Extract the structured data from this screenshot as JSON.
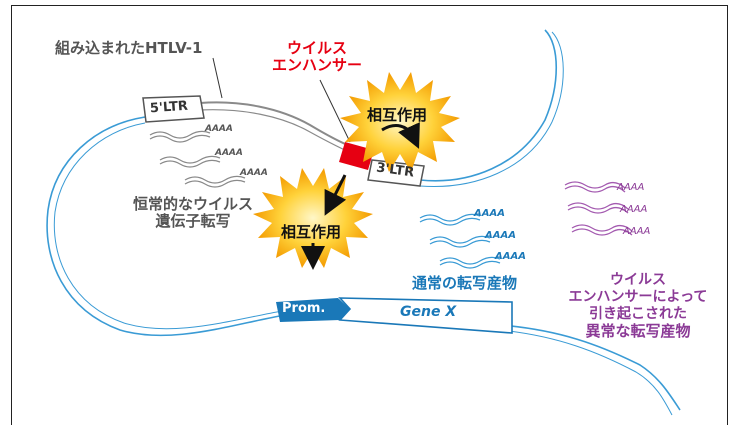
{
  "labels": {
    "integrated_htlv": "組み込まれたHTLV-1",
    "viral_enhancer_line1": "ウイルス",
    "viral_enhancer_line2": "エンハンサー",
    "interaction_top": "相互作用",
    "interaction_bottom": "相互作用",
    "ltr_5": "5'LTR",
    "ltr_3": "3'LTR",
    "constitutive_line1": "恒常的なウイルス",
    "constitutive_line2": "遺伝子転写",
    "normal_transcripts": "通常の転写産物",
    "abnormal_line1": "ウイルス",
    "abnormal_line2": "エンハンサーによって",
    "abnormal_line3": "引き起こされた",
    "abnormal_line4": "異常な転写産物",
    "promoter": "Prom.",
    "gene": "Gene X",
    "polyA": "AAAA"
  },
  "colors": {
    "dna_strand": "#3a9bd5",
    "viral_dna": "#9a9a9a",
    "enhancer": "#e60012",
    "burst_fill": "#f7b500",
    "burst_center": "#fff3b0",
    "promoter": "#1a78b8",
    "gray_text": "#555555",
    "blue_text": "#1a78b8",
    "purple_text": "#8b3a96"
  }
}
